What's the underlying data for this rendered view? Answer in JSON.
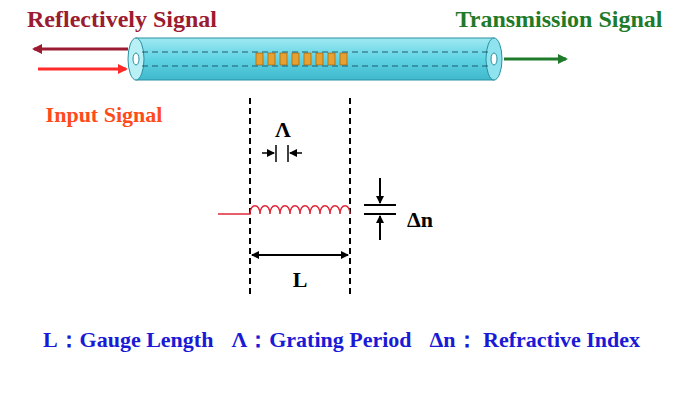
{
  "diagram": {
    "labels": [
      "Reflectively Signal",
      "Transmission Signal",
      "Input Signal",
      "Λ",
      "Δn",
      "L",
      "L：Gauge Length",
      "Λ：Grating Period",
      "Δn： Refractive Index"
    ]
  }
}
